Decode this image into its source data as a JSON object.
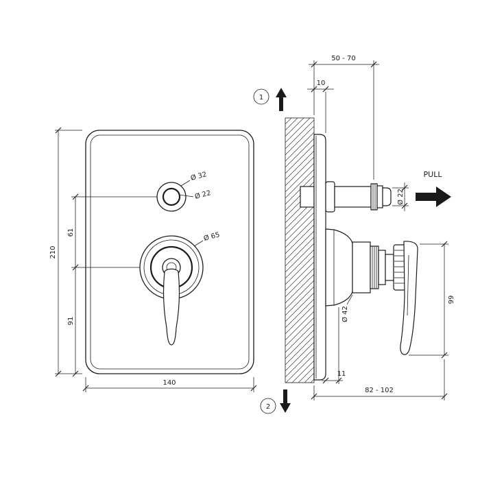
{
  "front_view": {
    "dims": {
      "height": "210",
      "upper_span": "61",
      "lower_span": "91",
      "width": "140"
    },
    "labels": {
      "button_outer": "Ø 32",
      "button_inner": "Ø 22",
      "knob": "Ø 65"
    }
  },
  "side_view": {
    "dims": {
      "wall_depth_range": "50 - 70",
      "plate_depth": "10",
      "collar_depth": "11",
      "total_depth_range": "82 - 102",
      "handle_length": "99"
    },
    "labels": {
      "diverter_dia": "Ø 22",
      "cartridge_dia": "Ø 42",
      "pull": "PULL"
    },
    "markers": {
      "up": "1",
      "down": "2"
    }
  },
  "colors": {
    "line": "#1a1a1a",
    "background": "#ffffff"
  }
}
